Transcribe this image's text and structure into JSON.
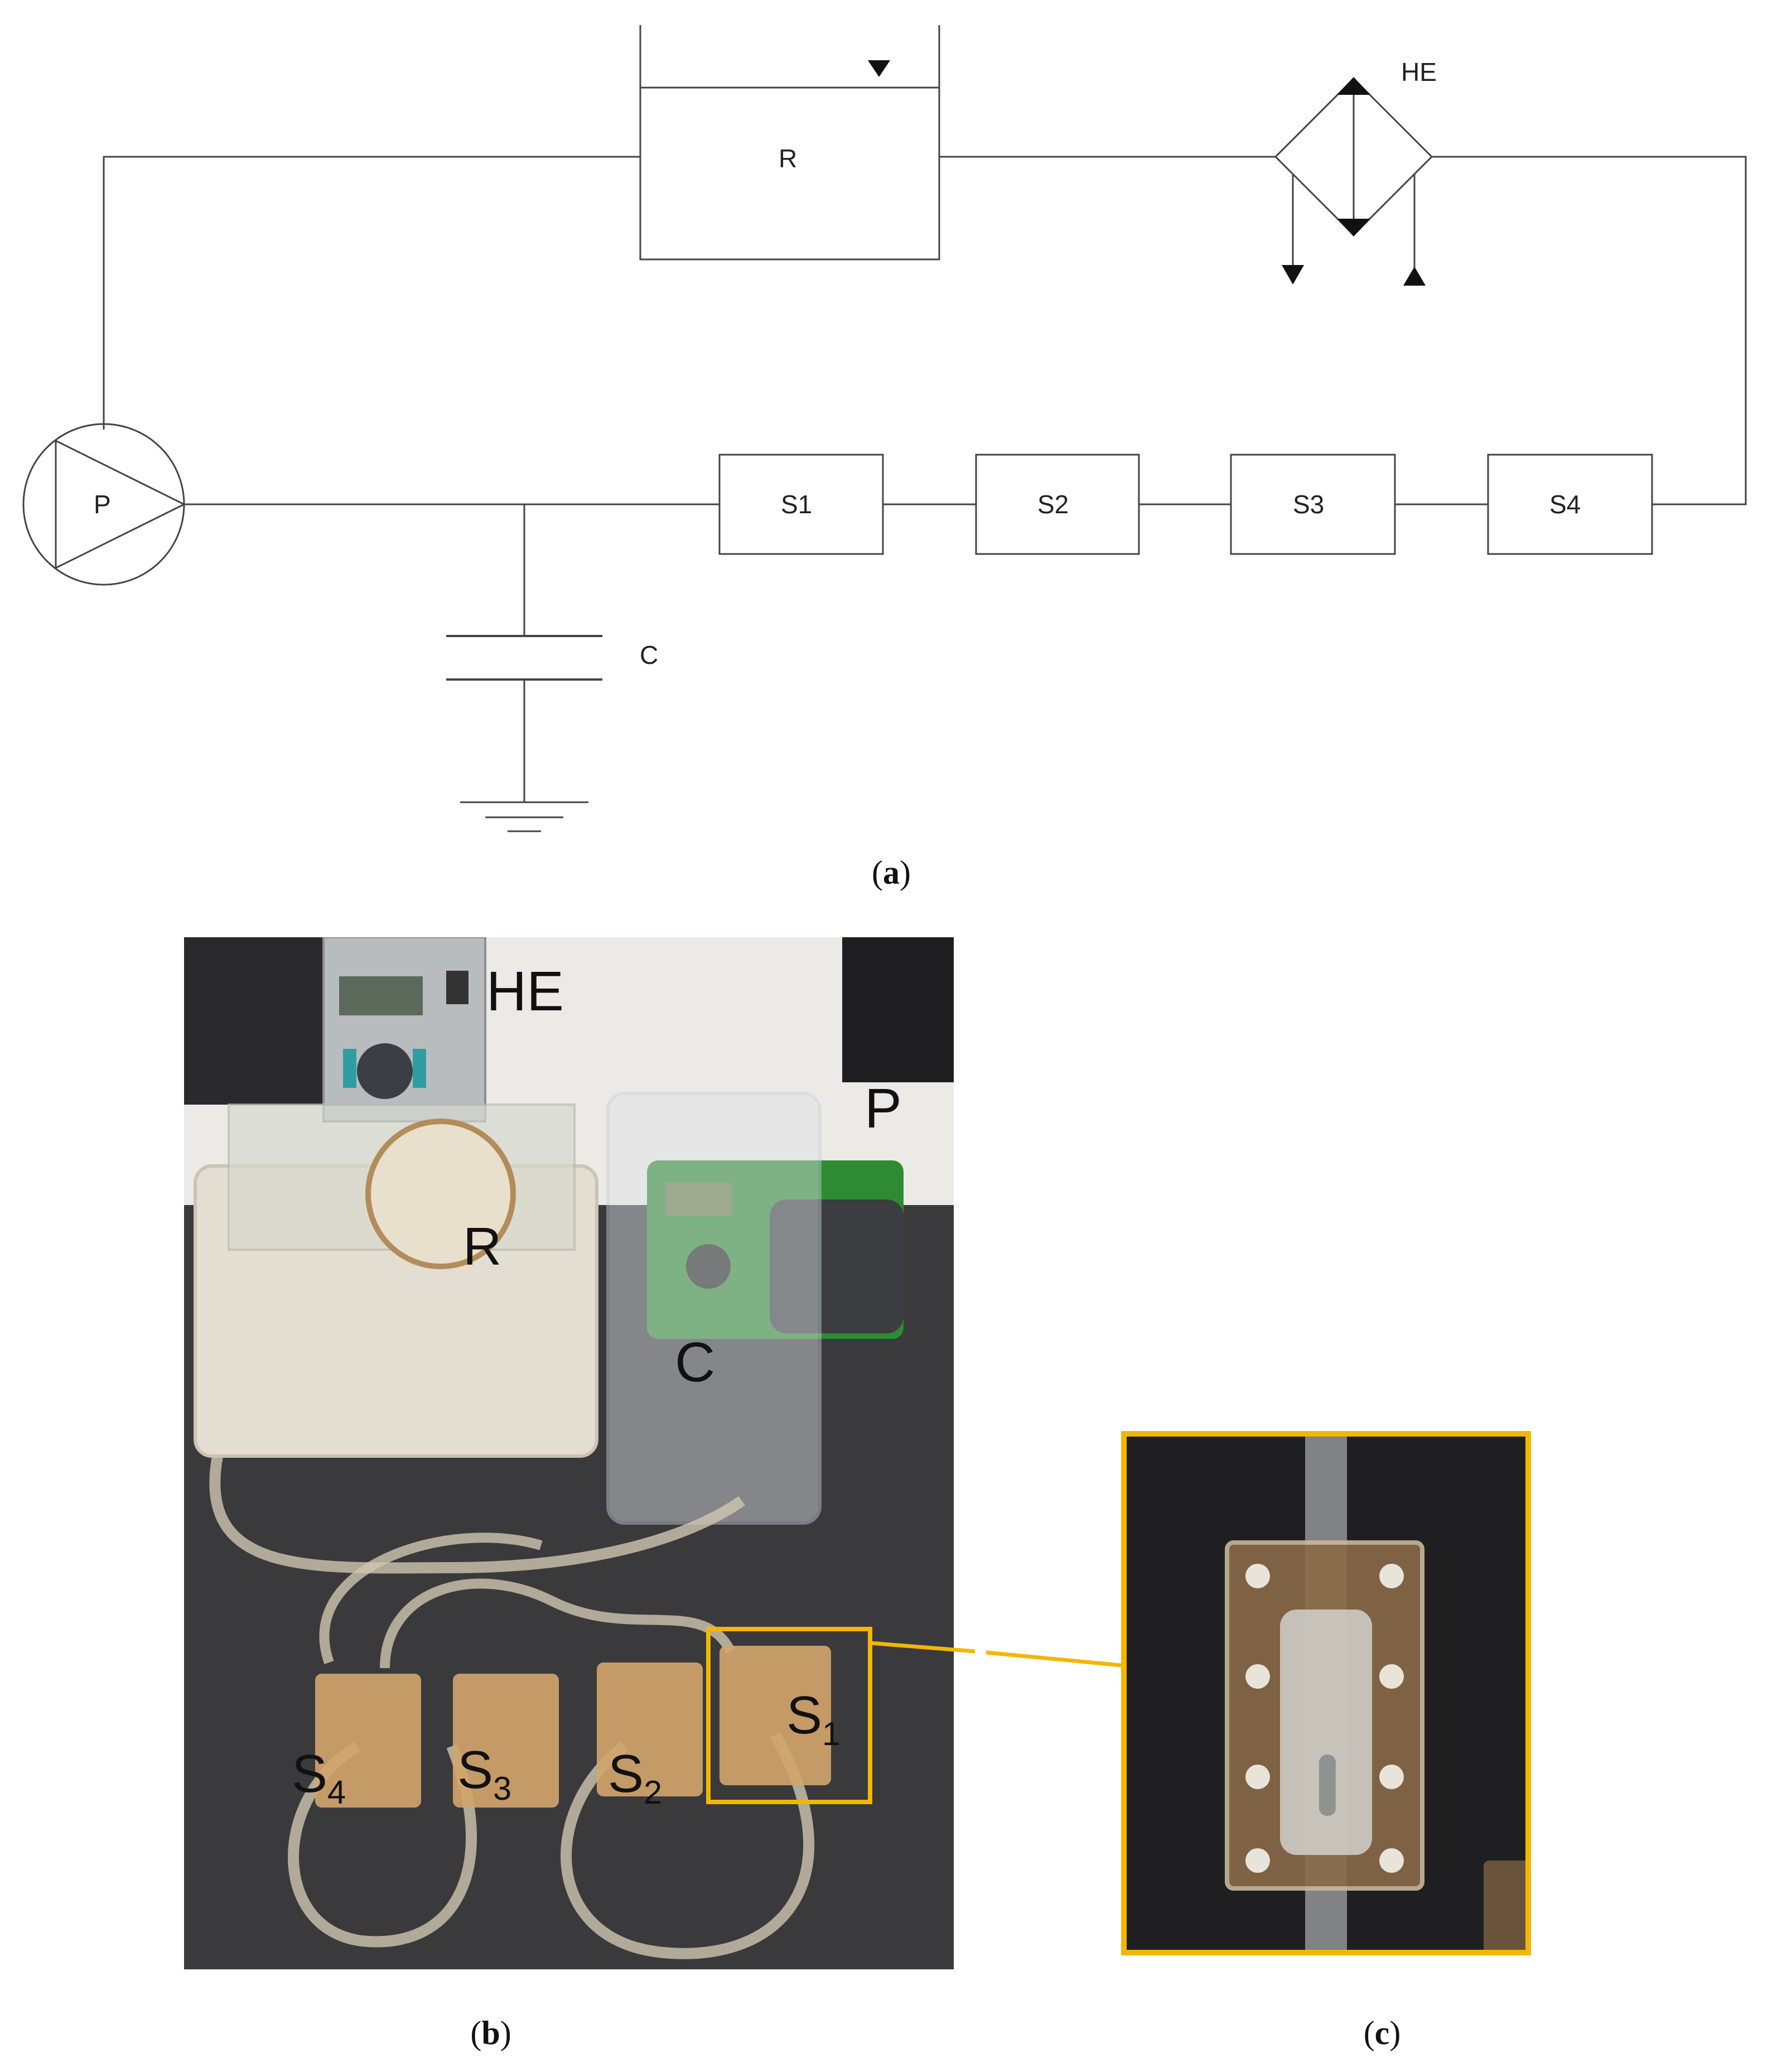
{
  "diagram": {
    "pump": "P",
    "reservoir": "R",
    "heat_exchanger": "HE",
    "compliance": "C",
    "sensors": [
      "S1",
      "S2",
      "S3",
      "S4"
    ]
  },
  "photo_b": {
    "labels": {
      "he": "HE",
      "r": "R",
      "p": "P",
      "c": "C",
      "s1_main": "S",
      "s1_sub": "1",
      "s2_main": "S",
      "s2_sub": "2",
      "s3_main": "S",
      "s3_sub": "3",
      "s4_main": "S",
      "s4_sub": "4"
    }
  },
  "captions": {
    "a": "a",
    "b": "b",
    "c": "c"
  },
  "colors": {
    "highlight": "#f2b705",
    "line": "#444444"
  }
}
